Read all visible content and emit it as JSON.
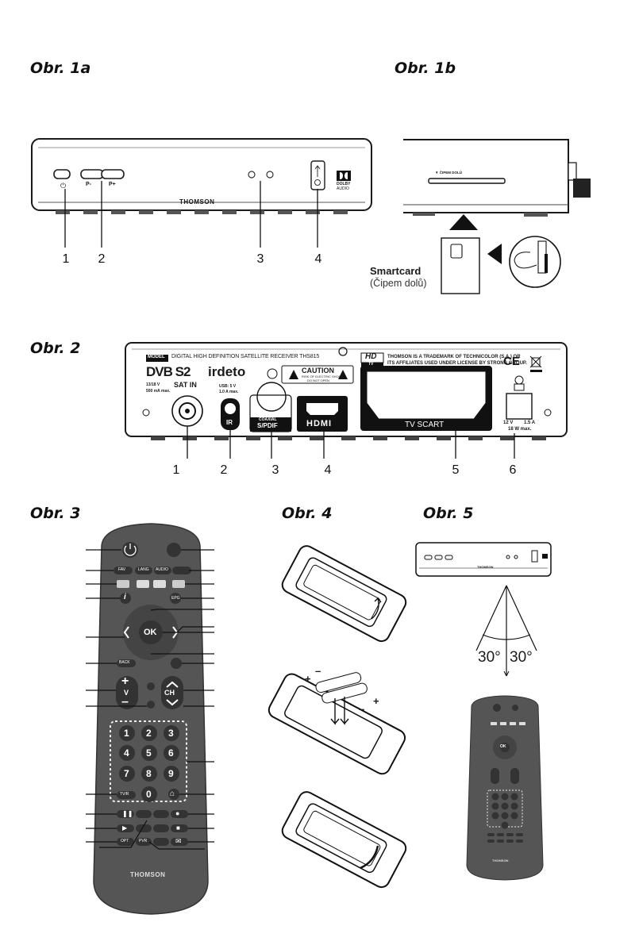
{
  "figures": {
    "fig1a": "Obr. 1a",
    "fig1b": "Obr. 1b",
    "fig2": "Obr. 2",
    "fig3": "Obr. 3",
    "fig4": "Obr. 4",
    "fig5": "Obr. 5"
  },
  "front_panel": {
    "brand": "THOMSON",
    "button_prev": "P-",
    "button_next": "P+",
    "audio_logo_line1": "DOLBY",
    "audio_logo_line2": "AUDIO",
    "callouts": [
      "1",
      "2",
      "3",
      "4"
    ]
  },
  "side_view": {
    "slot_label": "ČIPEM DOLŮ",
    "smartcard_title": "Smartcard",
    "smartcard_hint": "(Čipem dolů)"
  },
  "back_panel": {
    "model_tag": "MODEL",
    "model_text": "DIGITAL HIGH DEFINITION SATELLITE RECEIVER THS815",
    "dvb_logo": "DVB S2",
    "irdeto_logo": "irdeto",
    "caution_title": "CAUTION",
    "caution_sub1": "RISK OF ELECTRIC SHOCK",
    "caution_sub2": "DO NOT OPEN",
    "hd_logo": "HD",
    "hd_sub": "TV",
    "trademark_line1": "THOMSON IS A TRADEMARK OF TECHNICOLOR (S.A.) OR",
    "trademark_line2": "ITS AFFILIATES USED UNDER LICENSE BY STRONG GROUP.",
    "ce_mark": "CE",
    "sat_in": "SAT IN",
    "sat_in_spec1": "13/18 V",
    "sat_in_spec2": "500 mA max.",
    "usb_spec1": "USB: 5 V",
    "usb_spec2": "1.0 A max.",
    "ir_label": "IR",
    "coaxial_label1": "COAXIAL",
    "coaxial_label2": "S/PDIF",
    "hdmi_label": "HDMI",
    "scart_label": "TV SCART",
    "power_spec1": "12 V",
    "power_spec2": "1.5 A",
    "power_spec3": "18 W max.",
    "callouts": [
      "1",
      "2",
      "3",
      "4",
      "5",
      "6"
    ]
  },
  "remote": {
    "fav": "FAV",
    "lang": "LANG",
    "audio": "AUDIO",
    "epg": "EPG",
    "info": "i",
    "ok": "OK",
    "back": "BACK",
    "vol": "V",
    "ch": "CH",
    "digits": [
      "1",
      "2",
      "3",
      "4",
      "5",
      "6",
      "7",
      "8",
      "9",
      "0"
    ],
    "tvr": "TV/R",
    "opt": "OPT",
    "pvr": "PVR",
    "brand": "THOMSON"
  },
  "viewing_angle": {
    "left": "30°",
    "right": "30°"
  }
}
